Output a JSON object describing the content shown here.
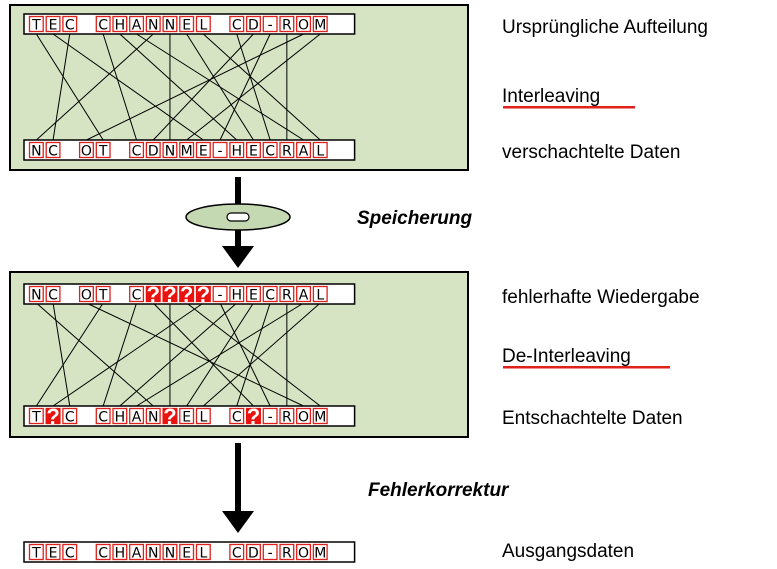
{
  "colors": {
    "panel_fill": "#d6e4c4",
    "cell_border": "#e0201a",
    "error_fill": "#e8120e",
    "underline": "#e0201a",
    "disc_fill": "#c4d8b2"
  },
  "labels": {
    "original": "Ursprüngliche Aufteilung",
    "interleaving": "Interleaving",
    "interleaved": "verschachtelte Daten",
    "storage": "Speicherung",
    "faulty": "fehlerhafte Wiedergabe",
    "deinterleaving": "De-Interleaving",
    "deinterleaved": "Entschachtelte Daten",
    "correction": "Fehlerkorrektur",
    "output": "Ausgangsdaten"
  },
  "rows": {
    "original": [
      "T",
      "E",
      "C",
      " ",
      "C",
      "H",
      "A",
      "N",
      "N",
      "E",
      "L",
      " ",
      "C",
      "D",
      "-",
      "R",
      "O",
      "M"
    ],
    "interleaved": [
      "N",
      "C",
      " ",
      "O",
      "T",
      " ",
      "C",
      "D",
      "N",
      "M",
      "E",
      "-",
      "H",
      "E",
      "C",
      "R",
      "A",
      "L"
    ],
    "faulty": [
      "N",
      "C",
      " ",
      "O",
      "T",
      " ",
      "C",
      "?",
      "?",
      "?",
      "?",
      "-",
      "H",
      "E",
      "C",
      "R",
      "A",
      "L"
    ],
    "deinterleaved": [
      "T",
      "?",
      "C",
      " ",
      "C",
      "H",
      "A",
      "N",
      "?",
      "E",
      "L",
      " ",
      "C",
      "?",
      "-",
      "R",
      "O",
      "M"
    ],
    "output": [
      "T",
      "E",
      "C",
      " ",
      "C",
      "H",
      "A",
      "N",
      "N",
      "E",
      "L",
      " ",
      "C",
      "D",
      "-",
      "R",
      "O",
      "M"
    ]
  },
  "errors": {
    "faulty": [
      7,
      8,
      9,
      10
    ],
    "deinterleaved": [
      1,
      8,
      13
    ]
  }
}
